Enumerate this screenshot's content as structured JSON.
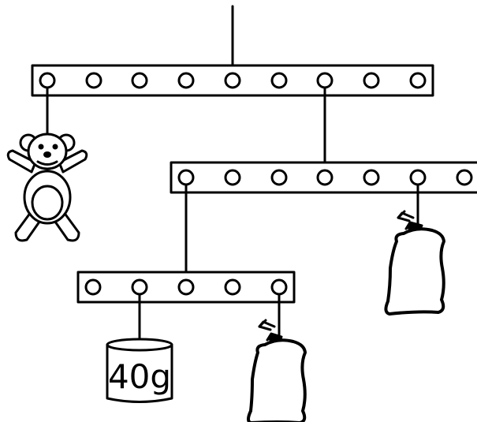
{
  "diagram": {
    "top_beam": {
      "holes": 9,
      "pivot_hole": 5,
      "loads": [
        {
          "hole": 1,
          "object": "teddy-bear"
        },
        {
          "hole": 7,
          "object": "middle-beam"
        }
      ]
    },
    "middle_beam": {
      "holes": 7,
      "suspended_from_hole": 4,
      "loads": [
        {
          "hole": 1,
          "object": "bottom-beam"
        },
        {
          "hole": 6,
          "object": "sack"
        }
      ]
    },
    "bottom_beam": {
      "holes": 5,
      "suspended_from_hole": 3,
      "loads": [
        {
          "hole": 2,
          "object": "weight-40g"
        },
        {
          "hole": 5,
          "object": "sack"
        }
      ]
    },
    "weight_label": "40g",
    "colors": {
      "stroke": "#000000",
      "fill": "#ffffff"
    }
  }
}
